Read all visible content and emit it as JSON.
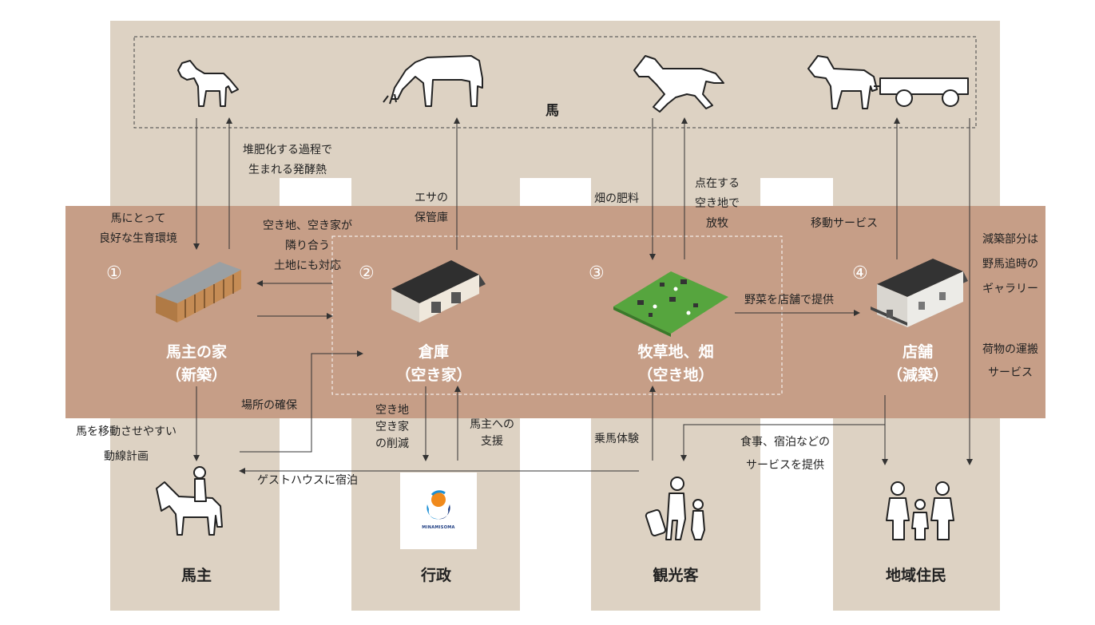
{
  "top_label": "馬",
  "facilities": [
    {
      "num": "①",
      "name": "馬主の家",
      "sub": "（新築）"
    },
    {
      "num": "②",
      "name": "倉庫",
      "sub": "（空き家）"
    },
    {
      "num": "③",
      "name": "牧草地、畑",
      "sub": "（空き地）"
    },
    {
      "num": "④",
      "name": "店舗",
      "sub": "（減築）"
    }
  ],
  "actors": [
    "馬主",
    "行政",
    "観光客",
    "地域住民"
  ],
  "logo_text": "MINAMISOMA",
  "labels": {
    "compost_1": "堆肥化する過程で",
    "compost_2": "生まれる発酵熱",
    "good_env_1": "馬にとって",
    "good_env_2": "良好な生育環境",
    "feed_1": "エサの",
    "feed_2": "保管庫",
    "fertilizer": "畑の肥料",
    "graze_1": "点在する",
    "graze_2": "空き地で",
    "graze_3": "放牧",
    "mobile": "移動サービス",
    "gallery_1": "減築部分は",
    "gallery_2": "野馬追時の",
    "gallery_3": "ギャラリー",
    "cargo_1": "荷物の運搬",
    "cargo_2": "サービス",
    "adjacent_1": "空き地、空き家が",
    "adjacent_2": "隣り合う",
    "adjacent_3": "土地にも対応",
    "veg": "野菜を店舗で提供",
    "place": "場所の確保",
    "move_1": "馬を移動させやすい",
    "move_2": "動線計画",
    "reduce_1": "空き地",
    "reduce_2": "空き家",
    "reduce_3": "の削減",
    "support_1": "馬主への",
    "support_2": "支援",
    "riding": "乗馬体験",
    "guesthouse": "ゲストハウスに宿泊",
    "food_1": "食事、宿泊などの",
    "food_2": "サービスを提供"
  }
}
